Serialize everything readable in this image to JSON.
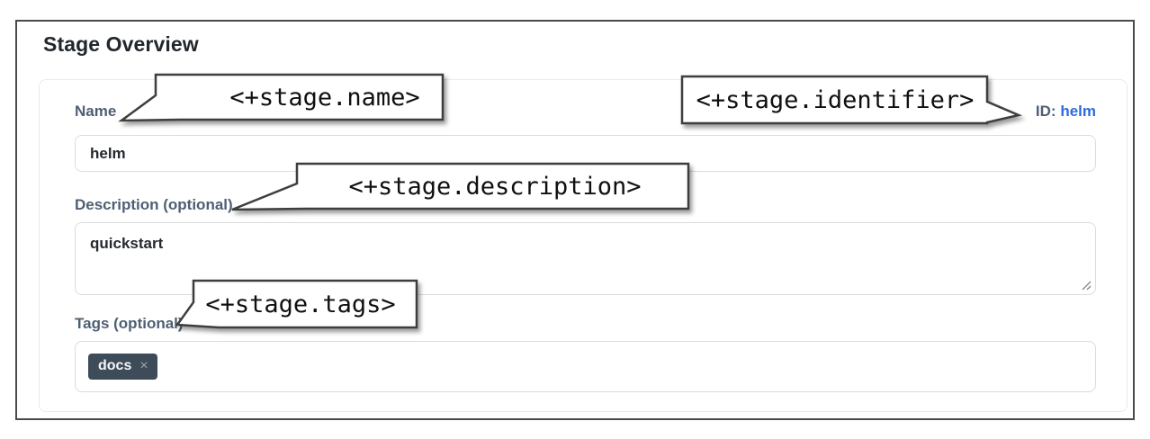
{
  "page": {
    "title": "Stage Overview"
  },
  "form": {
    "name": {
      "label": "Name",
      "value": "helm"
    },
    "identifier": {
      "label": "ID:",
      "value": "helm"
    },
    "description": {
      "label": "Description (optional)",
      "value": "quickstart"
    },
    "tags": {
      "label": "Tags (optional)",
      "chip": "docs",
      "chip_remove": "×"
    }
  },
  "callouts": {
    "name": "<+stage.name>",
    "identifier": "<+stage.identifier>",
    "description": "<+stage.description>",
    "tags": "<+stage.tags>"
  },
  "colors": {
    "frame_border": "#4a4a4a",
    "card_border": "#eaeaea",
    "input_border": "#dcdcdc",
    "title_dark": "#22272d",
    "label_slate": "#4e5f74",
    "value_dark": "#25292f",
    "link_blue": "#2b6ce0",
    "chip_bg": "#3e4c59",
    "chip_close": "#9aa5ae",
    "callout_border": "#3e3e3e"
  }
}
